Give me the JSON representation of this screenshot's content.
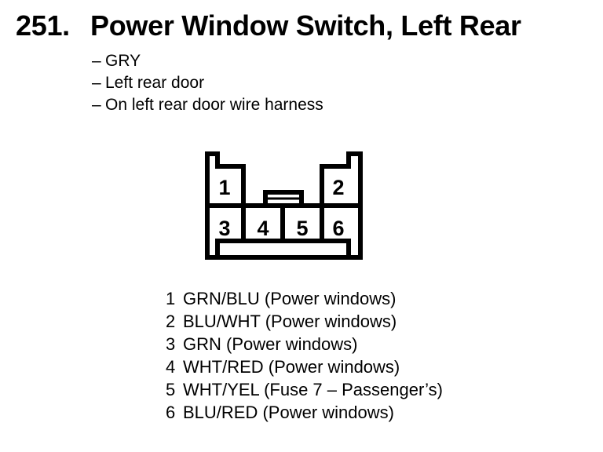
{
  "page": {
    "item_number": "251.",
    "title": "Power Window Switch, Left Rear",
    "colors": {
      "ink": "#000000",
      "paper": "#ffffff"
    }
  },
  "notes": {
    "bullet": "–",
    "items": [
      "GRY",
      "Left rear door",
      "On left rear door wire harness"
    ]
  },
  "connector": {
    "description": "6-cavity connector, front view",
    "cavity_numbers": [
      "1",
      "2",
      "3",
      "4",
      "5",
      "6"
    ]
  },
  "pinout": [
    {
      "pin": "1",
      "desc": "GRN/BLU (Power windows)"
    },
    {
      "pin": "2",
      "desc": "BLU/WHT (Power windows)"
    },
    {
      "pin": "3",
      "desc": "GRN (Power windows)"
    },
    {
      "pin": "4",
      "desc": "WHT/RED (Power windows)"
    },
    {
      "pin": "5",
      "desc": "WHT/YEL (Fuse 7 – Passenger’s)"
    },
    {
      "pin": "6",
      "desc": "BLU/RED (Power windows)"
    }
  ]
}
